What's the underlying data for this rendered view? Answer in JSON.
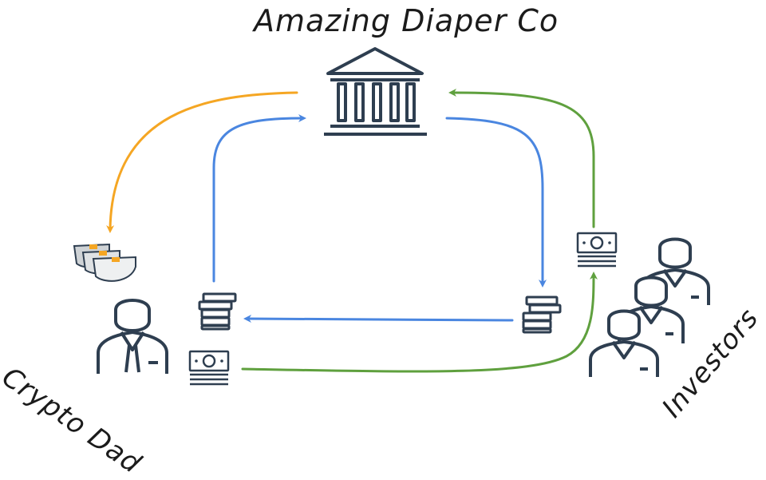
{
  "labels": {
    "company": "Amazing Diaper Co",
    "crypto_dad": "Crypto Dad",
    "investors": "Investors"
  },
  "icons": {
    "bank": "bank-icon",
    "diapers": "diaper-stack-icon",
    "crypto_dad": "businessman-icon",
    "investors": "business-group-icon",
    "coins": "coin-stack-icon",
    "cash": "cash-bills-icon"
  },
  "colors": {
    "orange_flow": "#F5A623",
    "blue_flow": "#4A86E0",
    "green_flow": "#5FA03E",
    "icon_stroke": "#2E3E50"
  },
  "flows": [
    {
      "from": "Amazing Diaper Co",
      "to": "diapers",
      "color": "orange"
    },
    {
      "from": "Crypto Dad",
      "to": "Amazing Diaper Co",
      "color": "blue"
    },
    {
      "from": "Amazing Diaper Co",
      "to": "coins (investors side)",
      "color": "blue"
    },
    {
      "from": "coins (investors side)",
      "to": "coins (crypto dad side)",
      "color": "blue"
    },
    {
      "from": "cash (crypto dad side)",
      "to": "cash (investors side)",
      "color": "green"
    },
    {
      "from": "Investors",
      "to": "Amazing Diaper Co",
      "color": "green"
    }
  ]
}
